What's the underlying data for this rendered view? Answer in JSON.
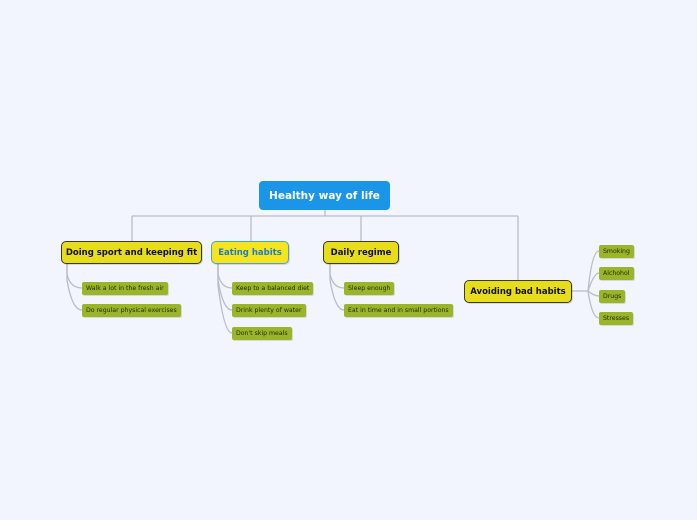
{
  "map": {
    "root": {
      "label": "Healthy way of life",
      "color": "#1b95e7"
    },
    "branches": [
      {
        "label": "Doing sport and keeping fit",
        "leaves": [
          "Walk a lot in the fresh air",
          "Do regular physical exercises"
        ]
      },
      {
        "label": "Eating habits",
        "selected": true,
        "leaves": [
          "Keep to a balanced diet",
          "Drink plenty of water",
          "Don't skip meals"
        ]
      },
      {
        "label": "Daily regime",
        "leaves": [
          "Sleep enough",
          "Eat in time and in small portions"
        ]
      },
      {
        "label": "Avoiding bad habits",
        "leaves": [
          "Smoking",
          "Alchohol",
          "Drugs",
          "Stresses"
        ]
      }
    ],
    "colors": {
      "branch": "#e8dd1a",
      "leaf": "#9bb52b",
      "connector": "#b9bcc6",
      "background": "#f2f5fd"
    }
  }
}
